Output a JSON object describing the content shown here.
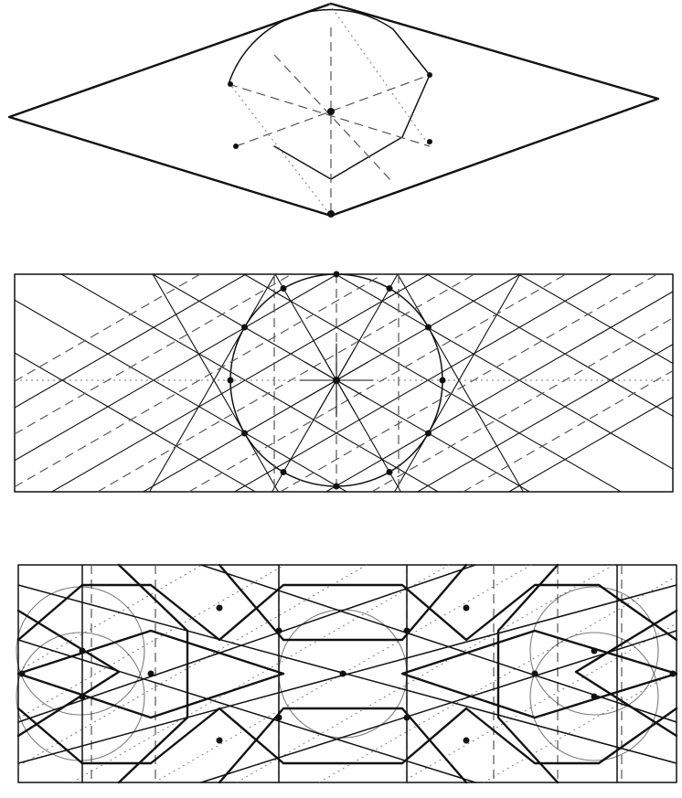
{
  "panels": [
    {
      "id": "rhombus-construction",
      "kind": "rhombus"
    },
    {
      "id": "circle-grid-construction",
      "kind": "rectangle-with-circle"
    },
    {
      "id": "interlaced-pattern",
      "kind": "rectangle-pattern"
    }
  ],
  "colors": {
    "ink": "#111111",
    "construction": "#555555",
    "faint": "#777777",
    "paper": "#ffffff"
  }
}
